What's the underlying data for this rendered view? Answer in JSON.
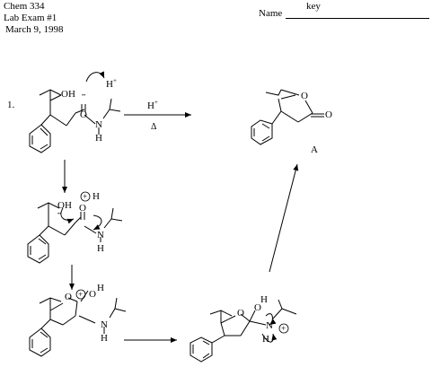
{
  "header": {
    "course": "Chem 334",
    "exam": "Lab Exam #1",
    "date": " March 9, 1998",
    "name_label": "Name",
    "name_value": "key"
  },
  "problem": {
    "number": "1.",
    "reagent": "H",
    "reagent_charge": "+",
    "condition": "Δ",
    "product_label": "A"
  },
  "atoms": {
    "hydroxyl": "OH",
    "oxygen": "O",
    "nitrogen": "N",
    "hydrogen": "H",
    "proton": "H",
    "proton_charge": "+",
    "lone_pair": "••",
    "positive_charge": "+"
  }
}
